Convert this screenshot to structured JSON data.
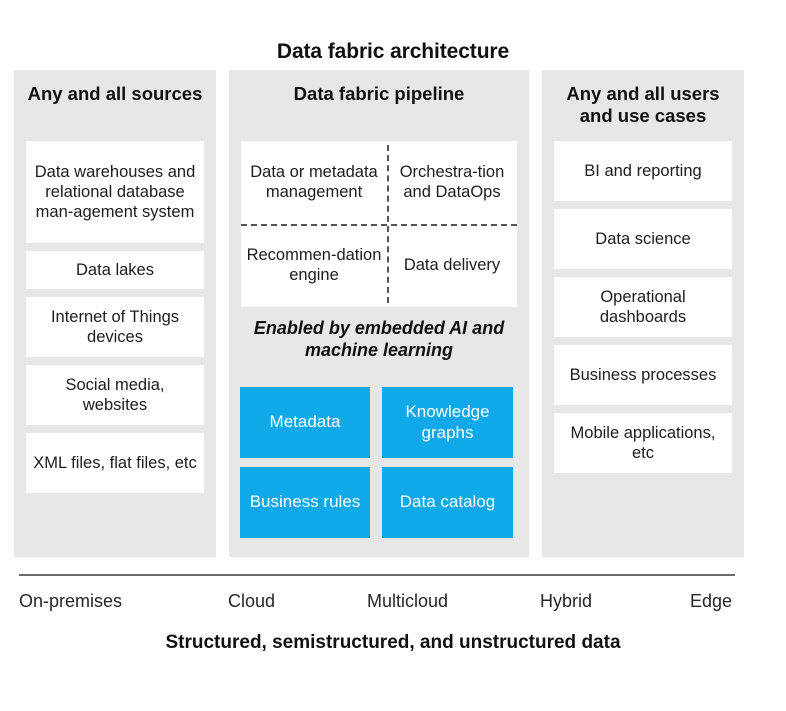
{
  "title": "Data fabric architecture",
  "columns": {
    "sources": {
      "header": "Any and all sources",
      "items": [
        "Data warehouses and relational database man-agement system",
        "Data lakes",
        "Internet of Things devices",
        "Social media, websites",
        "XML files, flat files, etc"
      ]
    },
    "pipeline": {
      "header": "Data fabric pipeline",
      "quadrants": [
        "Data or metadata management",
        "Orchestra-tion and DataOps",
        "Recommen-dation engine",
        "Data delivery"
      ],
      "enabled_caption": "Enabled by embedded AI and machine learning",
      "tiles": [
        "Metadata",
        "Knowledge graphs",
        "Business rules",
        "Data catalog"
      ],
      "tile_color": "#0fa8e8"
    },
    "users": {
      "header": "Any and all users and use cases",
      "items": [
        "BI and reporting",
        "Data science",
        "Operational dashboards",
        "Business processes",
        "Mobile applications, etc"
      ]
    }
  },
  "deployment": {
    "options": [
      "On-premises",
      "Cloud",
      "Multicloud",
      "Hybrid",
      "Edge"
    ]
  },
  "footer_note": "Structured, semistructured, and unstructured data",
  "colors": {
    "panel_background": "#e7e7e7",
    "card_background": "#ffffff",
    "accent_blue": "#0fa8e8",
    "divider": "#6b6b6b"
  }
}
